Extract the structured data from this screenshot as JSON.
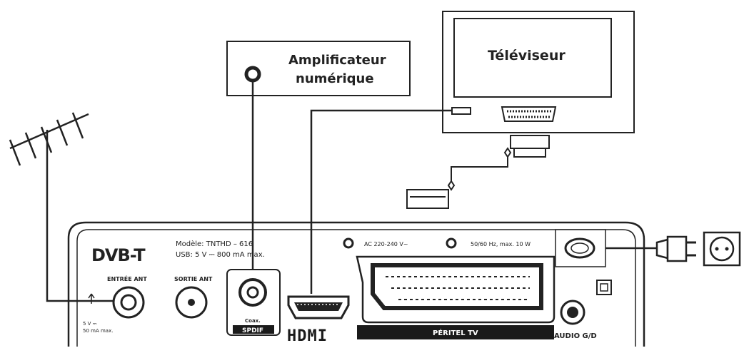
{
  "amplifier": {
    "line1": "Amplificateur",
    "line2": "numérique"
  },
  "television": {
    "label": "Téléviseur"
  },
  "receiver": {
    "brand_logo": "DVB-T",
    "model_line": "Modèle: TNTHD – 616",
    "usb_line": "USB: 5 V ⎓ 800 mA max.",
    "ac_label": "AC 220-240 V~",
    "freq_label": "50/60 Hz, max. 10 W",
    "antenna_in_label": "ENTRÉE ANT",
    "antenna_in_power_1": "5 V ⎓",
    "antenna_in_power_2": "50 mA max.",
    "antenna_out_label": "SORTIE ANT",
    "spdif_top_label": "Coax.",
    "spdif_label": "SPDIF",
    "hdmi_logo": "HDMI",
    "scart_label": "PÉRITEL TV",
    "audio_label": "AUDIO G/D"
  },
  "colors": {
    "ink": "#222222",
    "background": "#ffffff",
    "label_bar": "#1a1a1a"
  }
}
